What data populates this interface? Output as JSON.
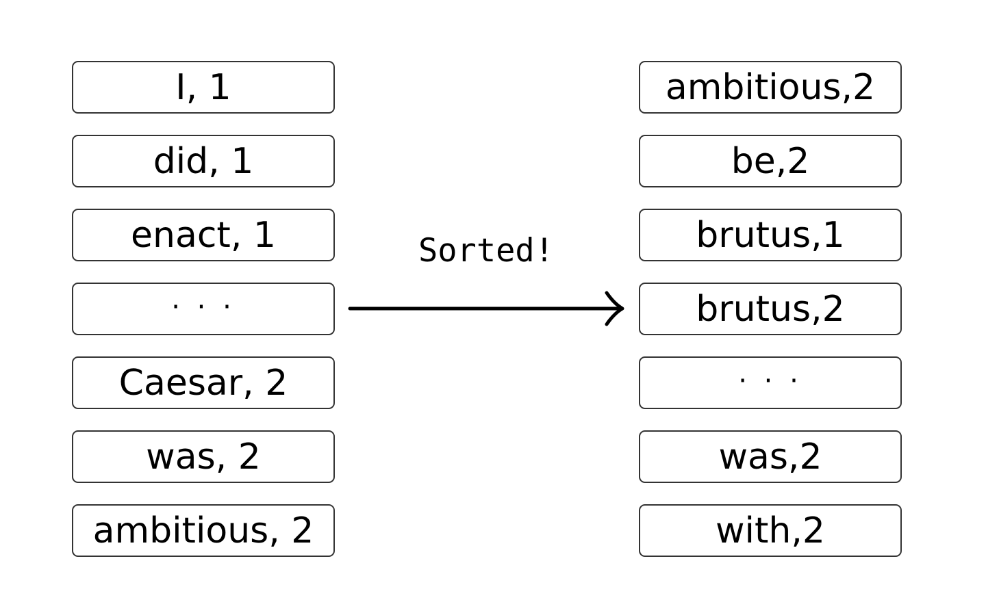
{
  "left_items": [
    "I, 1",
    "did, 1",
    "enact, 1",
    "· · ·",
    "Caesar, 2",
    "was, 2",
    "ambitious, 2"
  ],
  "right_items": [
    "ambitious,2",
    "be,2",
    "brutus,1",
    "brutus,2",
    "· · ·",
    "was,2",
    "with,2"
  ],
  "arrow_label": "Sorted!"
}
